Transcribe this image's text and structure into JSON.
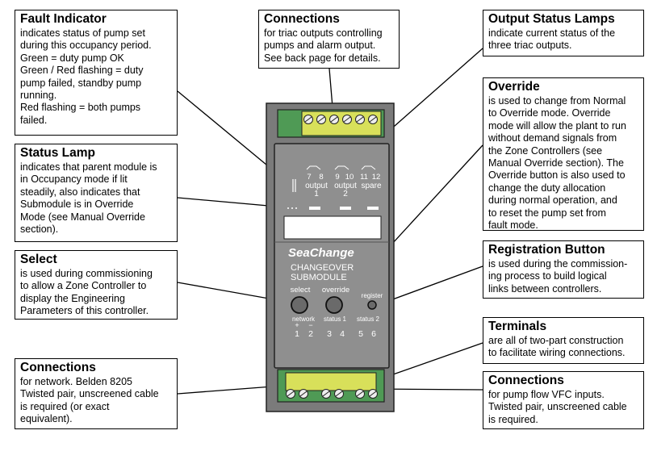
{
  "callouts": {
    "fault_indicator": {
      "title": "Fault Indicator",
      "body": "indicates status of pump set\nduring this occupancy period.\nGreen = duty pump OK\nGreen / Red flashing = duty\npump failed, standby pump\nrunning.\nRed flashing = both pumps\nfailed."
    },
    "connections_top": {
      "title": "Connections",
      "body": "for triac outputs controlling\npumps and alarm output.\nSee back page for details."
    },
    "output_status_lamps": {
      "title": "Output Status Lamps",
      "body": "indicate current status of the\nthree triac outputs."
    },
    "override": {
      "title": "Override",
      "body": "is used to change from Normal\nto Override mode.  Override\nmode will allow the plant to run\nwithout demand signals from\nthe Zone Controllers (see\nManual Override section).  The\nOverride button is also used to\nchange the duty allocation\nduring normal operation, and\nto reset the pump set from\nfault mode."
    },
    "status_lamp": {
      "title": "Status Lamp",
      "body": "indicates that parent module is\nin Occupancy mode if lit\nsteadily, also indicates that\nSubmodule is in Override\nMode (see Manual Override\nsection)."
    },
    "registration_button": {
      "title": "Registration Button",
      "body": "is used during the commission-\ning process to build logical\nlinks between controllers."
    },
    "select": {
      "title": "Select",
      "body": "is used during commissioning\nto allow a Zone Controller to\ndisplay the Engineering\nParameters of this controller."
    },
    "terminals": {
      "title": "Terminals",
      "body": "are all of two-part construction\nto facilitate wiring connections."
    },
    "connections_network": {
      "title": "Connections",
      "body": "for network. Belden 8205\nTwisted pair, unscreened cable\nis required (or exact\nequivalent)."
    },
    "connections_pump": {
      "title": "Connections",
      "body": "for pump flow VFC inputs.\nTwisted pair, unscreened cable\nis required."
    }
  },
  "device": {
    "brand": "SeaChange",
    "product_line1": "CHANGEOVER",
    "product_line2": "SUBMODULE",
    "top_terminal_numbers": [
      "7",
      "8",
      "9",
      "10",
      "11",
      "12"
    ],
    "top_group_labels": [
      "output\n1",
      "output\n2",
      "spare"
    ],
    "button_labels": [
      "select",
      "override",
      "register"
    ],
    "bottom_group_labels": [
      "network",
      "status 1",
      "status 2"
    ],
    "polarity": [
      "+",
      "−"
    ],
    "bottom_terminal_numbers": [
      "1",
      "2",
      "3",
      "4",
      "5",
      "6"
    ]
  },
  "colors": {
    "housing": "#7d7d7d",
    "panel": "#8f8f8f",
    "terminal_green": "#4f9a55",
    "terminal_yellow": "#d8e05a",
    "display": "#ffffff"
  }
}
